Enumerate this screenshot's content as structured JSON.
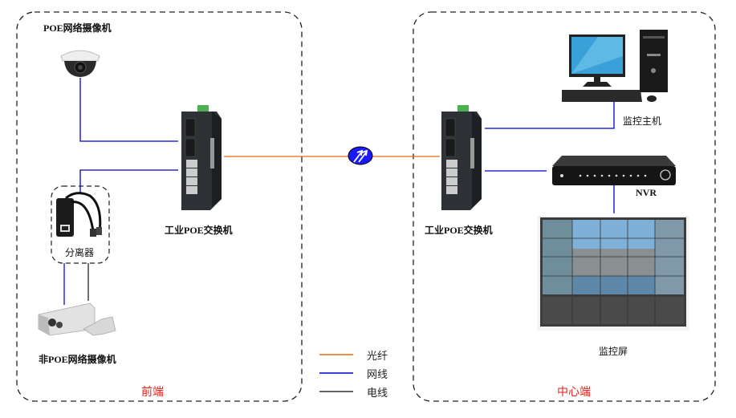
{
  "zones": {
    "front": {
      "title": "前端"
    },
    "center": {
      "title": "中心端"
    }
  },
  "devices": {
    "poe_camera": {
      "label": "POE网络摄像机"
    },
    "splitter": {
      "label": "分离器"
    },
    "non_poe_camera": {
      "label": "非POE网络摄像机"
    },
    "switch_front": {
      "label": "工业POE交换机"
    },
    "switch_center": {
      "label": "工业POE交换机"
    },
    "monitor_host": {
      "label": "监控主机"
    },
    "nvr": {
      "label": "NVR"
    },
    "video_wall": {
      "label": "监控屏"
    },
    "fiber_link": {
      "icon": "fiber-optic-link-icon"
    }
  },
  "legend": [
    {
      "label": "光纤",
      "color": "#e36c0a"
    },
    {
      "label": "网线",
      "color": "#0000cc"
    },
    {
      "label": "电线",
      "color": "#333333"
    }
  ],
  "colors": {
    "fiber": "#e36c0a",
    "network": "#0000cc",
    "power": "#222222",
    "zone_title": "#e8231b"
  }
}
